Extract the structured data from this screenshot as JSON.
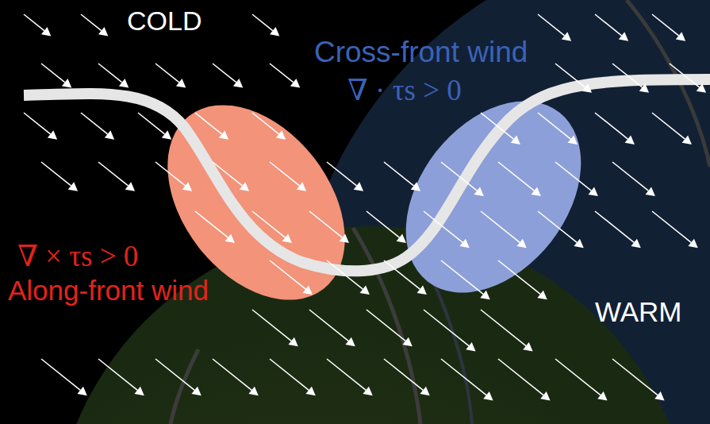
{
  "diagram": {
    "labels": [
      "COLD",
      "Cross-front wind",
      "∇ · τs > 0",
      "∇ × τs > 0",
      "Along-front wind",
      "WARM"
    ]
  }
}
